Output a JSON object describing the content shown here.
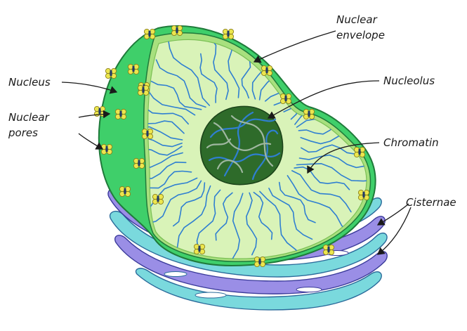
{
  "labels": {
    "nuclear_envelope": [
      "Nuclear",
      "envelope"
    ],
    "nucleus": "Nucleus",
    "nuclear_pores": [
      "Nuclear",
      "pores"
    ],
    "nucleolus": "Nucleolus",
    "chromatin": "Chromatin",
    "cisternae": "Cisternae"
  },
  "colors": {
    "outer_green": "#3fcf6a",
    "inner_green": "#d9f3b8",
    "rim_green": "#a8e07e",
    "nucleolus": "#2e6b2a",
    "chromatin": "#2f7fd1",
    "cisterna_blue": "#7ad9dd",
    "cisterna_purple": "#9a8ee6",
    "pore": "#ece64e"
  },
  "icons": [
    "arrow-icon",
    "nuclear-pore-icon"
  ]
}
